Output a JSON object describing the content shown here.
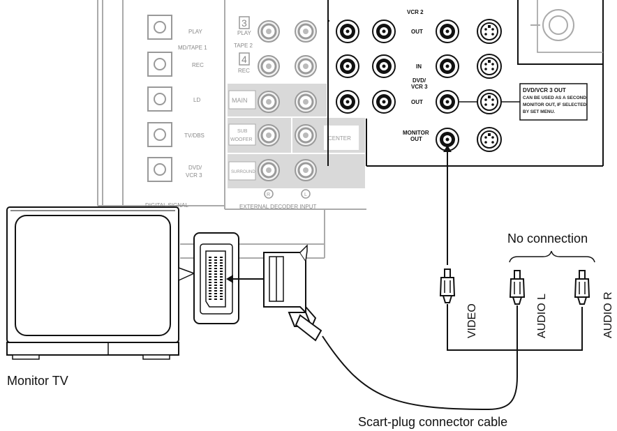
{
  "panel": {
    "digital_inputs": [
      "PLAY",
      "MD/TAPE 1",
      "REC",
      "LD",
      "TV/DBS",
      "DVD/",
      "VCR 3"
    ],
    "digital_signal": "DIGITAL SIGNAL",
    "tape_labels": [
      "3",
      "PLAY",
      "TAPE 2",
      "4",
      "REC"
    ],
    "decoder_labels": [
      "MAIN",
      "SUB",
      "WOOFER",
      "CENTER",
      "SURROUND"
    ],
    "decoder_channels": [
      "R",
      "L"
    ],
    "external_decoder_input": "EXTERNAL DECODER INPUT"
  },
  "video_block": {
    "vcr2": "VCR 2",
    "out": "OUT",
    "in": "IN",
    "dvd_vcr3": [
      "DVD/",
      "VCR 3"
    ],
    "out2": "OUT",
    "monitor_out": [
      "MONITOR",
      "OUT"
    ],
    "note": [
      "DVD/VCR 3 OUT",
      "CAN BE USED AS A SECOND",
      "MONITOR OUT, IF SELECTED",
      "BY SET MENU."
    ]
  },
  "labels": {
    "no_connection": "No connection",
    "video": "VIDEO",
    "audio_l": "AUDIO L",
    "audio_r": "AUDIO R",
    "monitor_tv": "Monitor TV",
    "scart_cable": "Scart-plug connector cable"
  }
}
